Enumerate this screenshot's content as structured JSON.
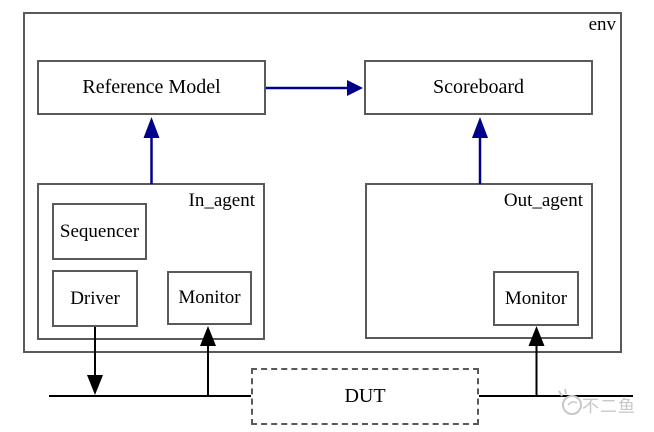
{
  "colors": {
    "background": "#ffffff",
    "text": "#000000",
    "box_border": "#595959",
    "arrow_blue": "#00008b",
    "arrow_black": "#000000",
    "watermark_gray": "#c8c8c8"
  },
  "diagram": {
    "env_label": "env",
    "boxes": {
      "reference_model": "Reference Model",
      "scoreboard": "Scoreboard",
      "in_agent": "In_agent",
      "out_agent": "Out_agent",
      "sequencer": "Sequencer",
      "driver": "Driver",
      "in_monitor": "Monitor",
      "out_monitor": "Monitor",
      "dut": "DUT"
    },
    "connections": [
      {
        "from": "Reference Model",
        "to": "Scoreboard",
        "style": "blue-arrow"
      },
      {
        "from": "In_agent",
        "to": "Reference Model",
        "style": "blue-arrow"
      },
      {
        "from": "Out_agent",
        "to": "Scoreboard",
        "style": "blue-arrow"
      },
      {
        "from": "Driver",
        "to": "DUT interface line",
        "style": "black-arrow"
      },
      {
        "from": "DUT interface line",
        "to": "In_agent Monitor",
        "style": "black-arrow"
      },
      {
        "from": "DUT interface line",
        "to": "Out_agent Monitor",
        "style": "black-arrow"
      }
    ],
    "watermark": "不二鱼"
  }
}
